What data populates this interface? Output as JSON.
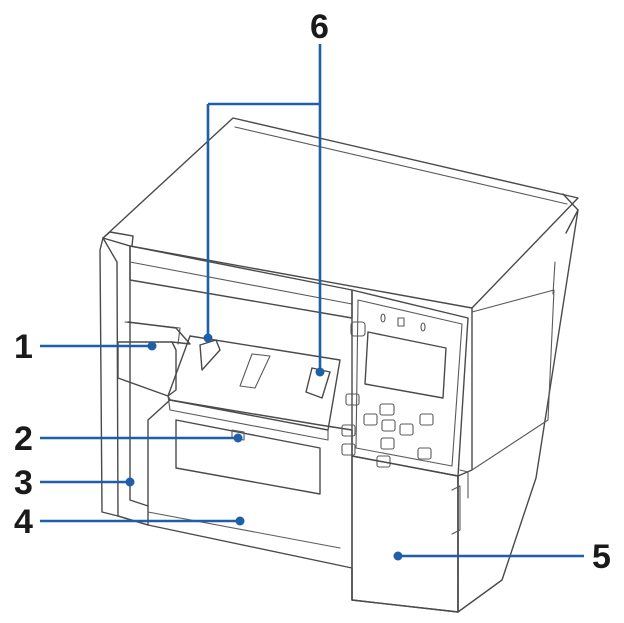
{
  "callouts": [
    {
      "id": "1",
      "label": "1"
    },
    {
      "id": "2",
      "label": "2"
    },
    {
      "id": "3",
      "label": "3"
    },
    {
      "id": "4",
      "label": "4"
    },
    {
      "id": "5",
      "label": "5"
    },
    {
      "id": "6",
      "label": "6"
    }
  ],
  "colors": {
    "leader": "#1f5fa8",
    "outline": "#4a4a4a",
    "label": "#1a1a1a"
  }
}
